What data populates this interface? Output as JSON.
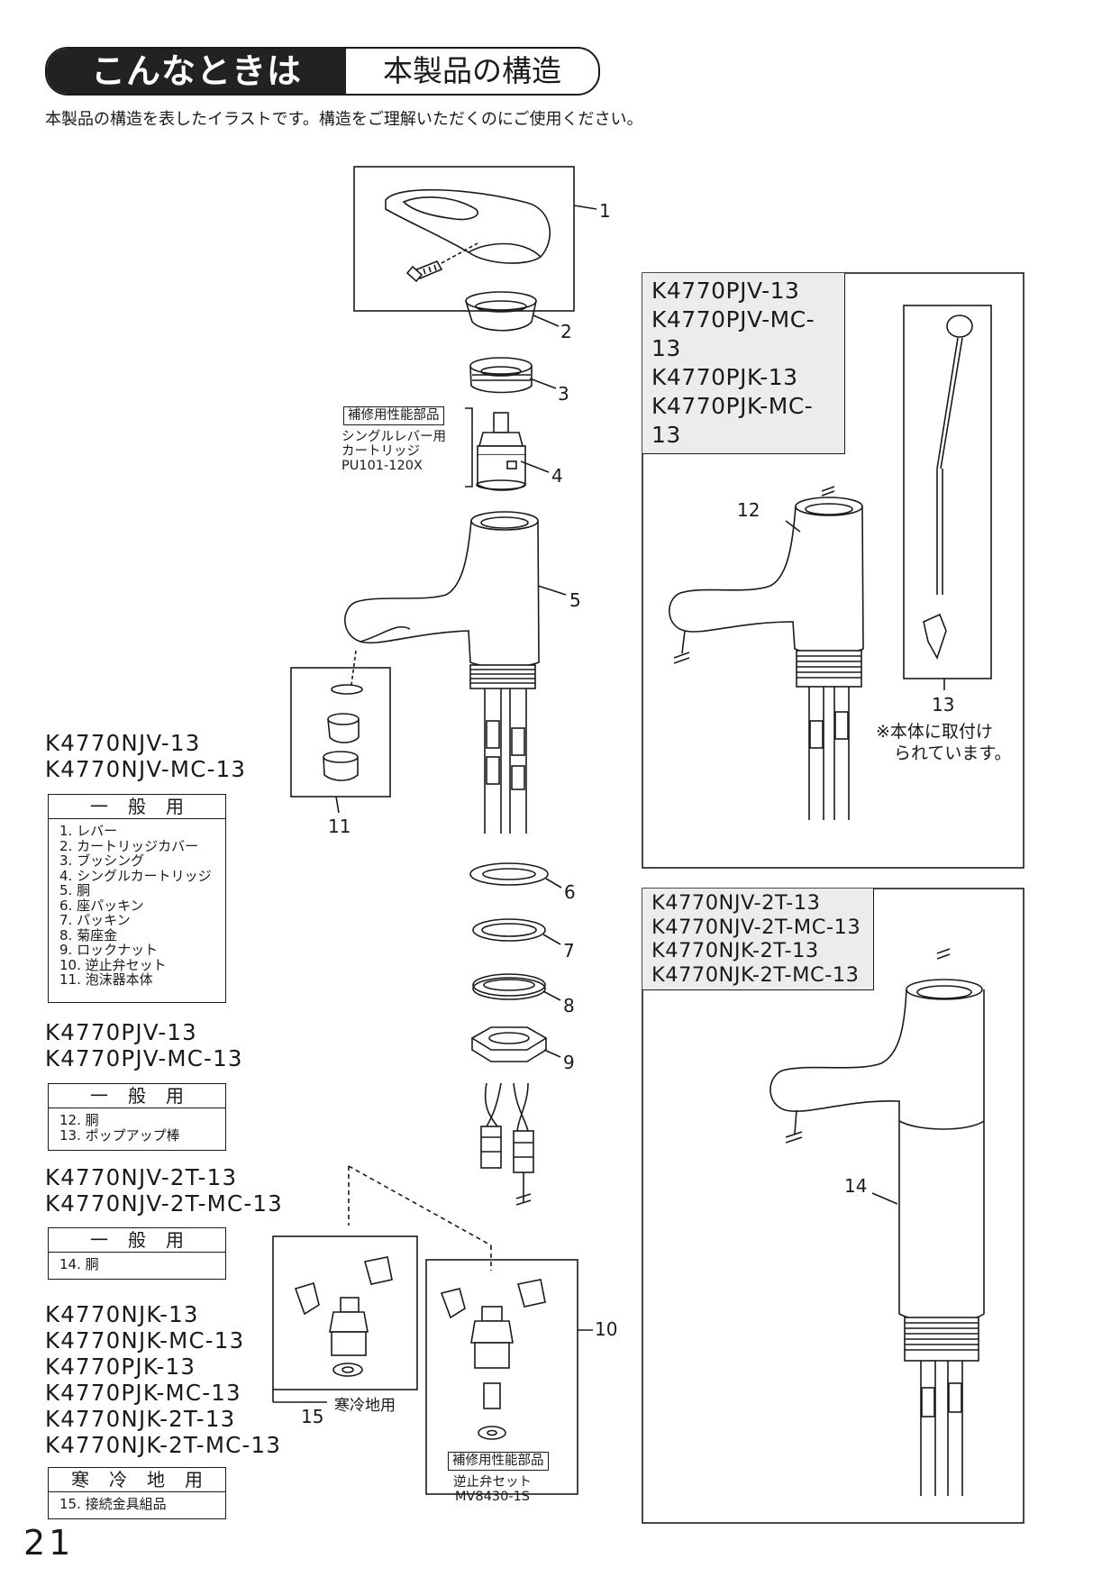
{
  "header": {
    "title": "こんなときは",
    "subtitle": "本製品の構造"
  },
  "intro": "本製品の構造を表したイラストです。構造をご理解いただくのにご使用ください。",
  "page_number": "21",
  "callouts": [
    "1",
    "2",
    "3",
    "4",
    "5",
    "6",
    "7",
    "8",
    "9",
    "10",
    "11",
    "12",
    "13",
    "14",
    "15"
  ],
  "cartridge_note": {
    "tag": "補修用性能部品",
    "lines": [
      "シングルレバー用",
      "カートリッジ",
      "PU101-120X"
    ]
  },
  "check_valve_note": {
    "tag": "補修用性能部品",
    "lines": [
      "逆止弁セット",
      "MV8430-1S"
    ]
  },
  "cold_region_label": "寒冷地用",
  "popup_note": [
    "※本体に取付け",
    "られています。"
  ],
  "groups": [
    {
      "models": [
        "K4770NJV-13",
        "K4770NJV-MC-13"
      ],
      "table_header": "一般用",
      "items": [
        "1. レバー",
        "2. カートリッジカバー",
        "3. ブッシング",
        "4. シングルカートリッジ",
        "5. 胴",
        "6. 座パッキン",
        "7. パッキン",
        "8. 菊座金",
        "9. ロックナット",
        "10. 逆止弁セット",
        "11. 泡沫器本体"
      ]
    },
    {
      "models": [
        "K4770PJV-13",
        "K4770PJV-MC-13"
      ],
      "table_header": "一般用",
      "items": [
        "12. 胴",
        "13. ポップアップ棒"
      ]
    },
    {
      "models": [
        "K4770NJV-2T-13",
        "K4770NJV-2T-MC-13"
      ],
      "table_header": "一般用",
      "items": [
        "14. 胴"
      ]
    },
    {
      "models": [
        "K4770NJK-13",
        "K4770NJK-MC-13",
        "K4770PJK-13",
        "K4770PJK-MC-13",
        "K4770NJK-2T-13",
        "K4770NJK-2T-MC-13"
      ],
      "table_header": "寒冷地用",
      "items": [
        "15. 接続金具組品"
      ]
    }
  ],
  "right_panel_top_models": [
    "K4770PJV-13",
    "K4770PJV-MC-13",
    "K4770PJK-13",
    "K4770PJK-MC-13"
  ],
  "right_panel_bottom_models": [
    "K4770NJV-2T-13",
    "K4770NJV-2T-MC-13",
    "K4770NJK-2T-13",
    "K4770NJK-2T-MC-13"
  ]
}
